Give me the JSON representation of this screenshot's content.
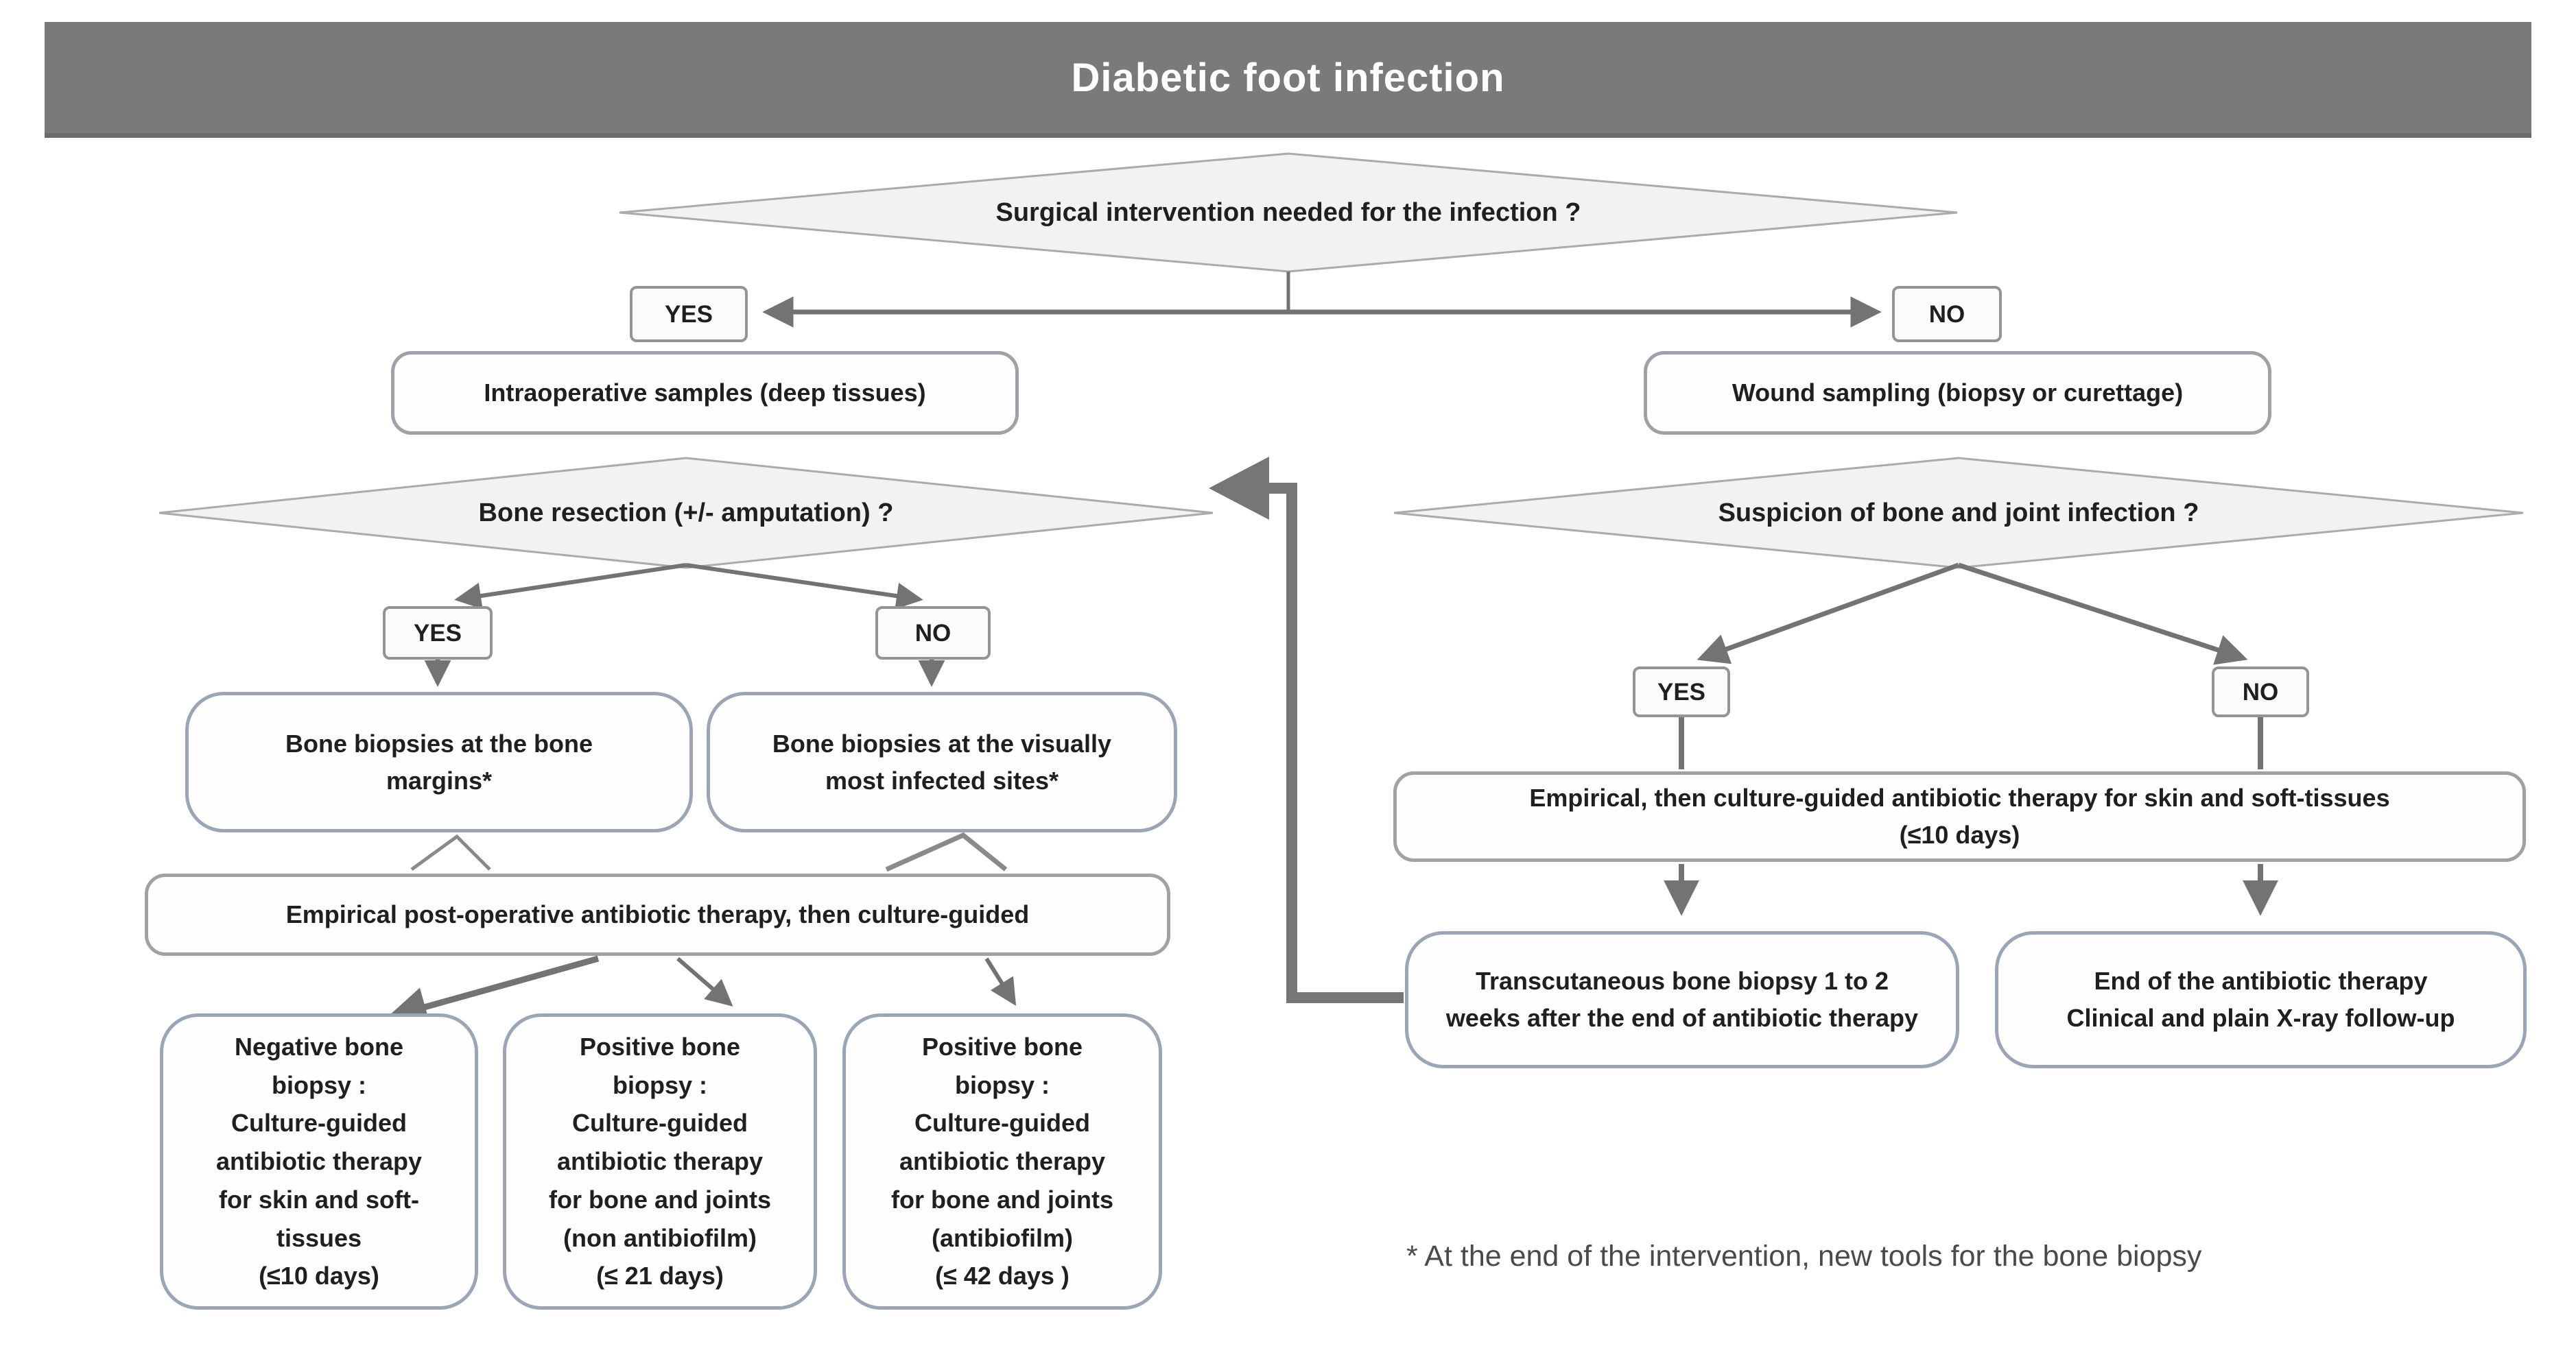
{
  "title": "Diabetic foot infection",
  "footnote": "* At the end of the intervention, new tools for the bone biopsy",
  "colors": {
    "title_bar": "#7a7a7a",
    "title_text": "#ffffff",
    "diamond_fill": "#f2f2f2",
    "diamond_border": "#ababab",
    "box_fill": "#fefefe",
    "box_border": "#9aa5b5",
    "arrow": "#737373",
    "text": "#1f1f1f",
    "footnote": "#4a4a4a"
  },
  "nodes": {
    "q_surgery": {
      "label": "Surgical intervention needed for the infection ?"
    },
    "yes_surgery": {
      "label": "YES"
    },
    "no_surgery": {
      "label": "NO"
    },
    "intraoperative": {
      "label": "Intraoperative samples (deep tissues)"
    },
    "wound_sampling": {
      "label": "Wound sampling (biopsy or curettage)"
    },
    "q_bone_resection": {
      "label": "Bone resection (+/- amputation) ?"
    },
    "q_suspicion": {
      "label": "Suspicion of bone and joint infection ?"
    },
    "yes_resection": {
      "label": "YES"
    },
    "no_resection": {
      "label": "NO"
    },
    "bone_margins": {
      "lines": [
        "Bone biopsies at the bone",
        "margins*"
      ]
    },
    "infected_sites": {
      "lines": [
        "Bone biopsies at the  visually",
        "most infected sites*"
      ]
    },
    "postop_therapy": {
      "label": "Empirical post-operative antibiotic therapy, then culture-guided"
    },
    "negative_biopsy": {
      "lines": [
        "Negative bone",
        "biopsy :",
        "Culture-guided",
        "antibiotic therapy",
        "for skin and soft-",
        "tissues",
        "(≤10 days)"
      ]
    },
    "positive_non_antibiofilm": {
      "lines": [
        "Positive bone",
        "biopsy :",
        "Culture-guided",
        "antibiotic therapy",
        "for bone and joints",
        "(non antibiofilm)",
        "(≤ 21 days)"
      ]
    },
    "positive_antibiofilm": {
      "lines": [
        "Positive bone",
        "biopsy :",
        "Culture-guided",
        "antibiotic therapy",
        "for bone and joints",
        "(antibiofilm)",
        "(≤ 42 days )"
      ]
    },
    "yes_suspicion": {
      "label": "YES"
    },
    "no_suspicion": {
      "label": "NO"
    },
    "empirical_skin": {
      "lines": [
        "Empirical, then culture-guided antibiotic therapy for skin and soft-tissues",
        "(≤10 days)"
      ]
    },
    "transcutaneous": {
      "lines": [
        "Transcutaneous bone biopsy 1 to 2",
        "weeks after the end of antibiotic therapy"
      ]
    },
    "end_therapy": {
      "lines": [
        "End of the antibiotic therapy",
        "Clinical and plain X-ray follow-up"
      ]
    }
  }
}
